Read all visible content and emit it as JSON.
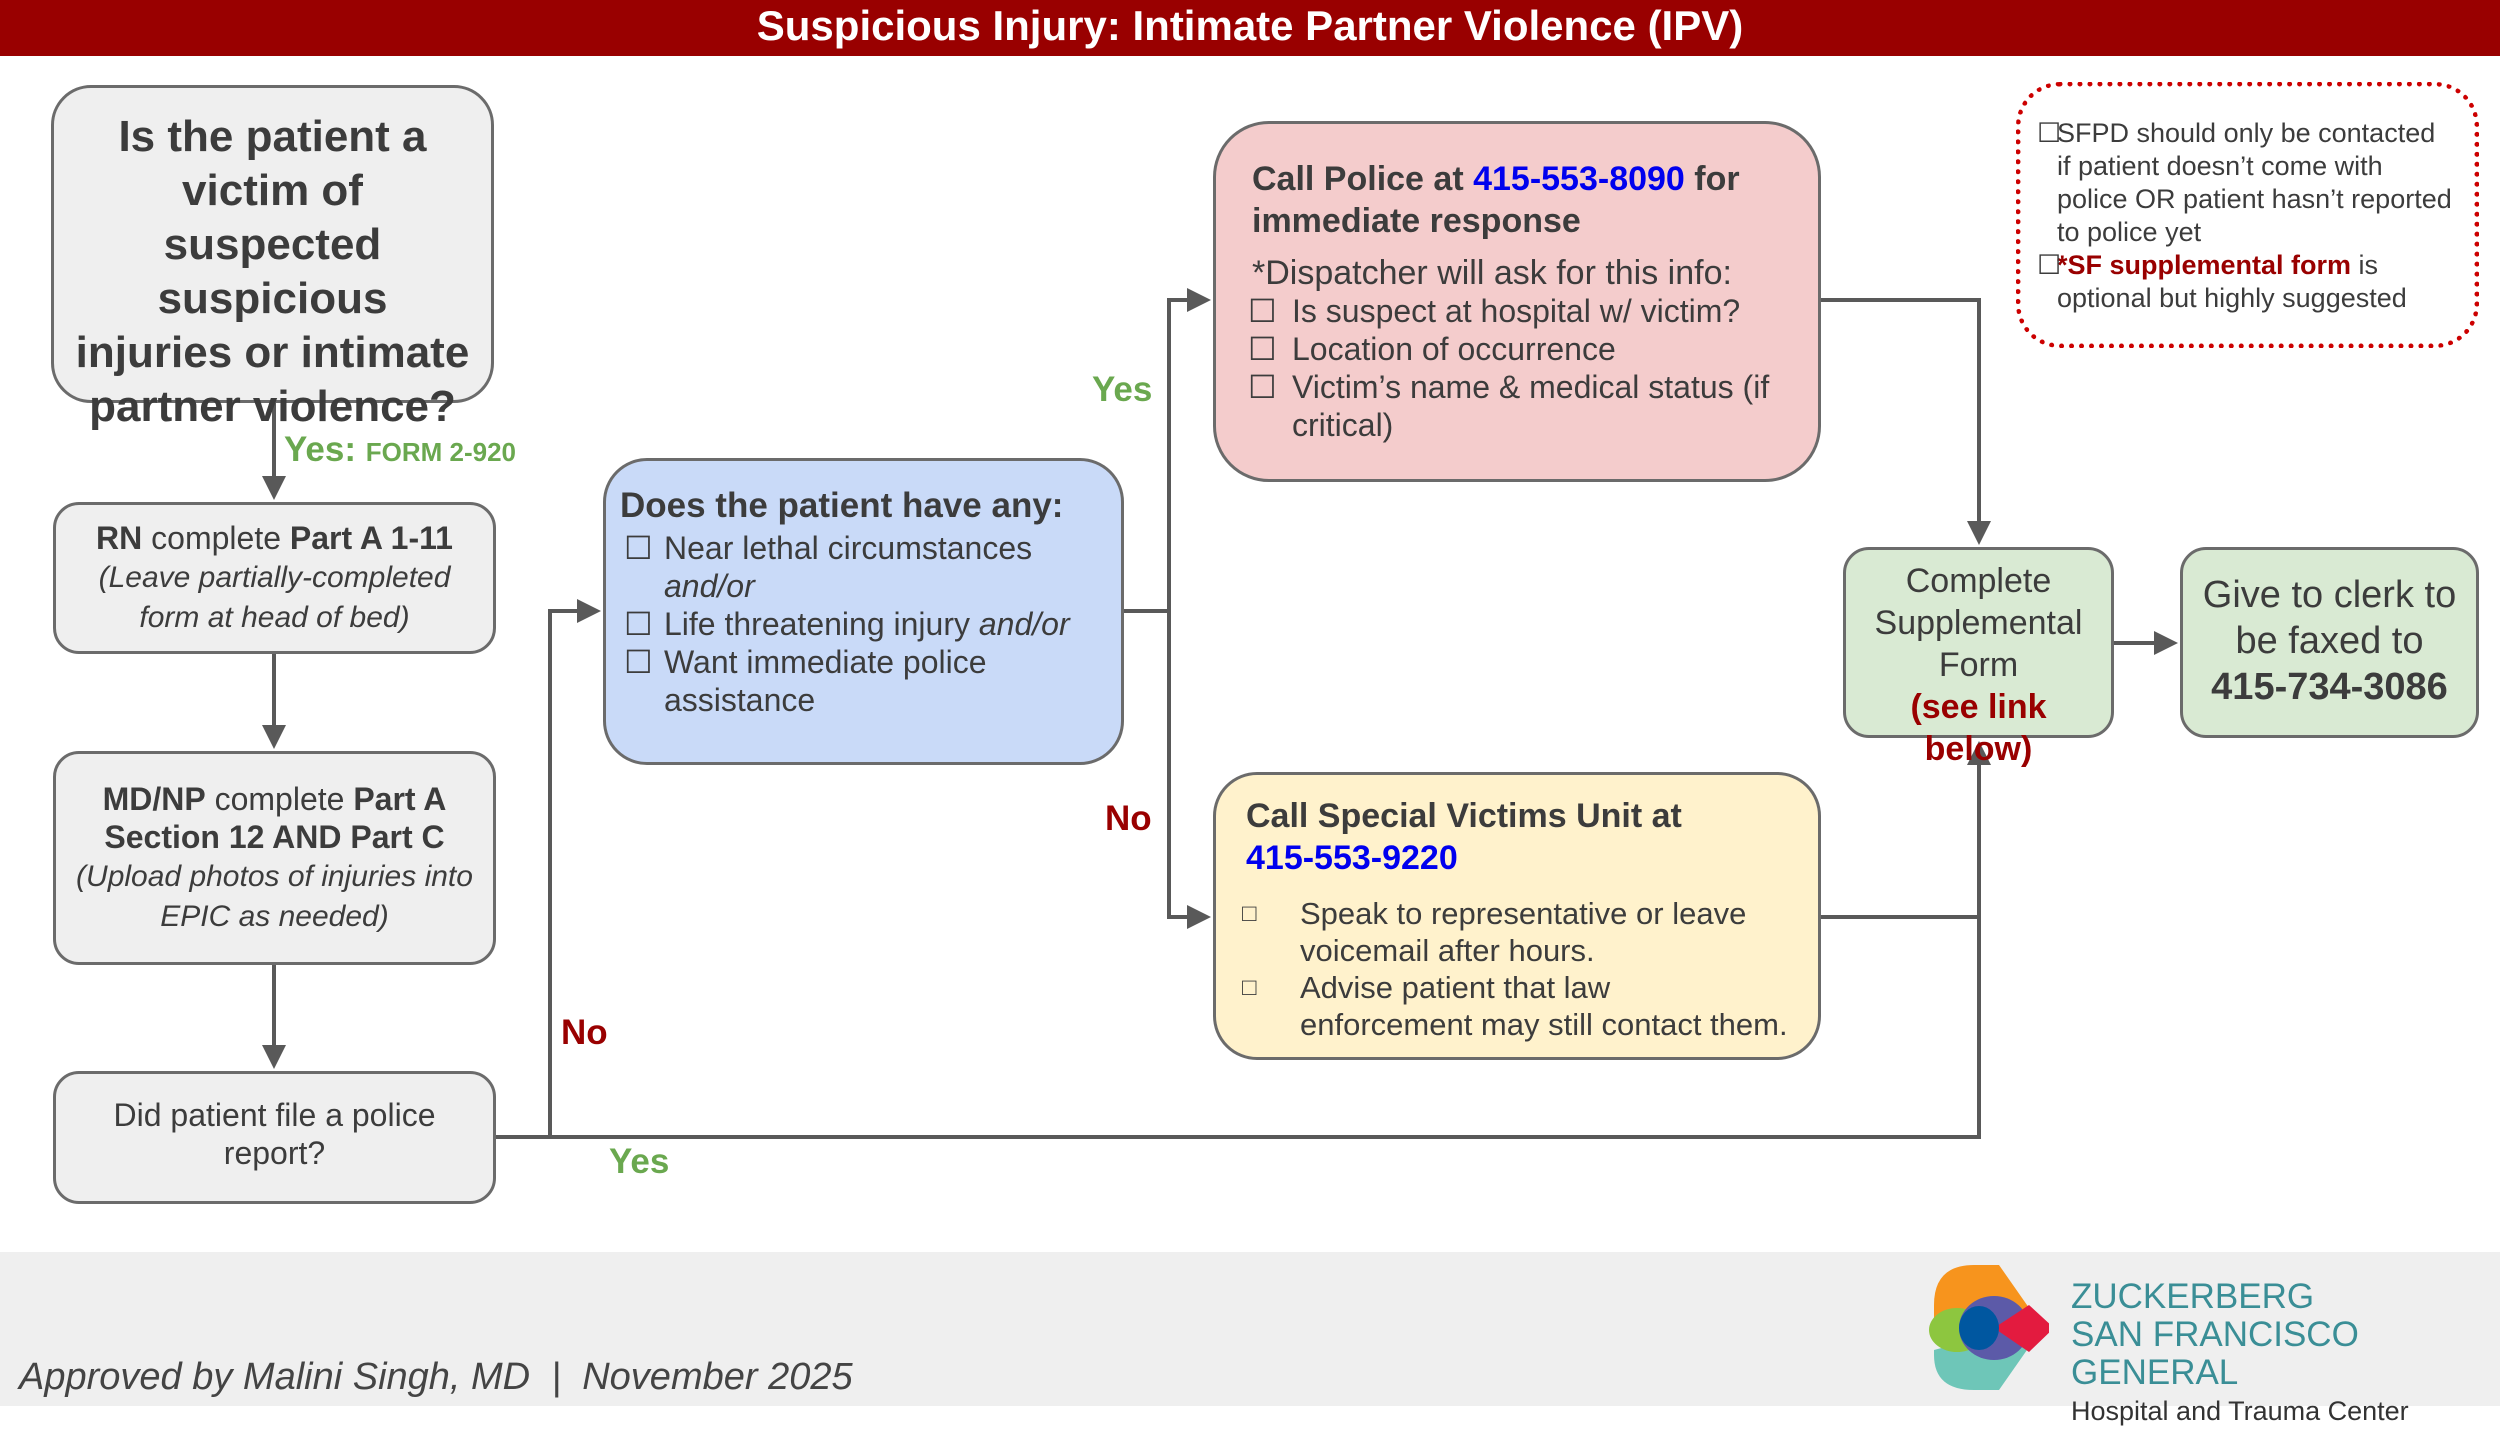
{
  "title": "Suspicious Injury: Intimate Partner Violence (IPV)",
  "question": "Is the patient a victim of suspected suspicious injuries or intimate partner violence?",
  "yes_form": {
    "yes": "Yes:",
    "form": "FORM 2-920"
  },
  "rn": {
    "role": "RN",
    "mid": " complete ",
    "part": "Part A 1-11",
    "note": "(Leave partially-completed form at head of bed)"
  },
  "md": {
    "role": "MD/NP",
    "mid": " complete ",
    "part": "Part A Section 12 AND Part C",
    "note": "(Upload photos of injuries into EPIC as needed)"
  },
  "report": "Did patient file a police report?",
  "labels": {
    "no1": "No",
    "yes1": "Yes",
    "yes2": "Yes",
    "no2": "No"
  },
  "assess": {
    "title": "Does the patient have any:",
    "items": [
      {
        "text": "Near lethal circumstances ",
        "em": "and/or"
      },
      {
        "text": "Life threatening injury ",
        "em": "and/or"
      },
      {
        "text": "Want immediate police assistance",
        "em": ""
      }
    ]
  },
  "police": {
    "pre": "Call Police at ",
    "phone": "415-553-8090",
    "post": " for immediate response",
    "dispatch": "*Dispatcher will ask for this info:",
    "items": [
      "Is suspect at hospital w/ victim?",
      "Location of occurrence",
      "Victim’s name & medical status (if critical)"
    ]
  },
  "svu": {
    "pre": "Call Special Victims Unit at",
    "phone": "415-553-9220",
    "items": [
      "Speak to representative or leave voicemail after hours.",
      "Advise patient that law enforcement may still contact them."
    ]
  },
  "supplemental": {
    "text": "Complete Supplemental Form",
    "link": "(see link below)"
  },
  "clerk": {
    "text": "Give to clerk to be faxed to",
    "phone": "415-734-3086"
  },
  "note": {
    "item1": "SFPD should only be contacted if patient doesn’t come with police OR patient hasn’t reported to police yet",
    "item2_red": "*SF supplemental form",
    "item2_rest": " is optional but highly suggested"
  },
  "footer": {
    "approved": "Approved by Malini Singh, MD  |  November 2025"
  },
  "logo": {
    "line1": "ZUCKERBERG",
    "line2": "SAN FRANCISCO GENERAL",
    "line3": "Hospital and Trauma Center"
  }
}
